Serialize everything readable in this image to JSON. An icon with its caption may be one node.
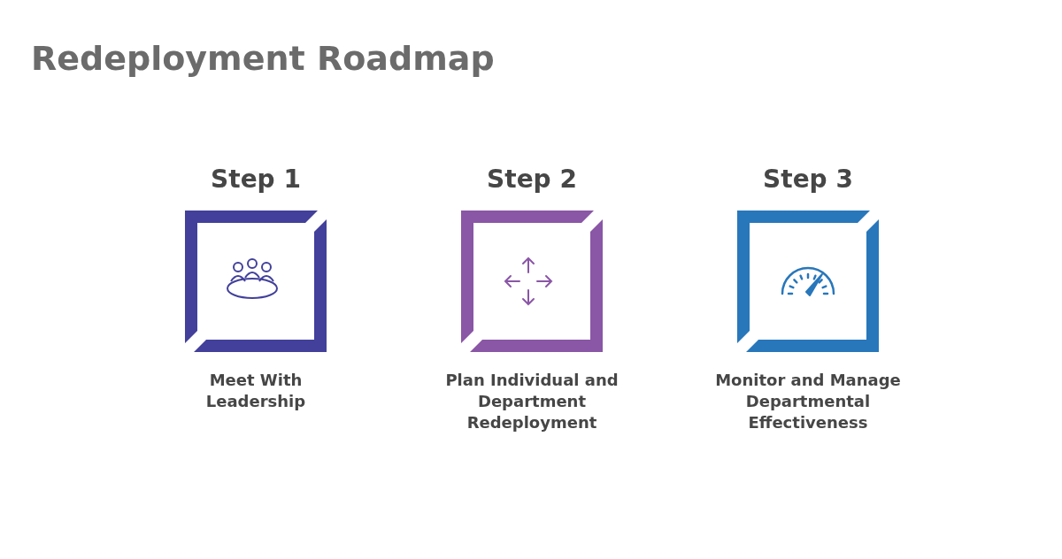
{
  "diagram": {
    "title": "Redeployment Roadmap",
    "nodes": [
      {
        "text": [
          "Step 1",
          "Meet With Leadership"
        ]
      },
      {
        "text": [
          "Step 2",
          "Plan Individual and Department Redeployment"
        ]
      },
      {
        "text": [
          "Step 3",
          "Monitor and Manage Departmental Effectiveness"
        ]
      }
    ]
  }
}
